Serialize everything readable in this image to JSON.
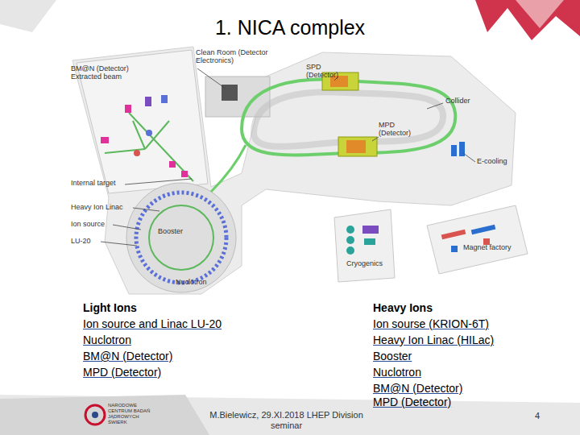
{
  "diagram": {
    "title": "1. NICA complex",
    "labels": [
      "BM@N (Detector) Extracted beam",
      "Clean Room (Detector Electronics)",
      "SPD (Detector)",
      "Collider",
      "MPD (Detector)",
      "E-cooling",
      "Internal target",
      "Heavy Ion Linac",
      "Ion source",
      "LU-20",
      "Booster",
      "Nuclotron",
      "Cryogenics",
      "Magnet factory",
      "Light Ions",
      "Ion source and Linac LU-20",
      "Nuclotron",
      "BM@N (Detector)",
      "MPD (Detector)",
      "Heavy Ions",
      "Ion sourse (KRION-6T)",
      "Heavy Ion Linac (HILac)",
      "Booster",
      "Nuclotron",
      "BM@N (Detector)",
      "MPD (Detector)",
      "M.Bielewicz, 29.XI.2018 LHEP Division seminar",
      "4",
      "NARODOWE CENTRUM BADAŃ JĄDROWYCH ŚWIERK"
    ]
  }
}
